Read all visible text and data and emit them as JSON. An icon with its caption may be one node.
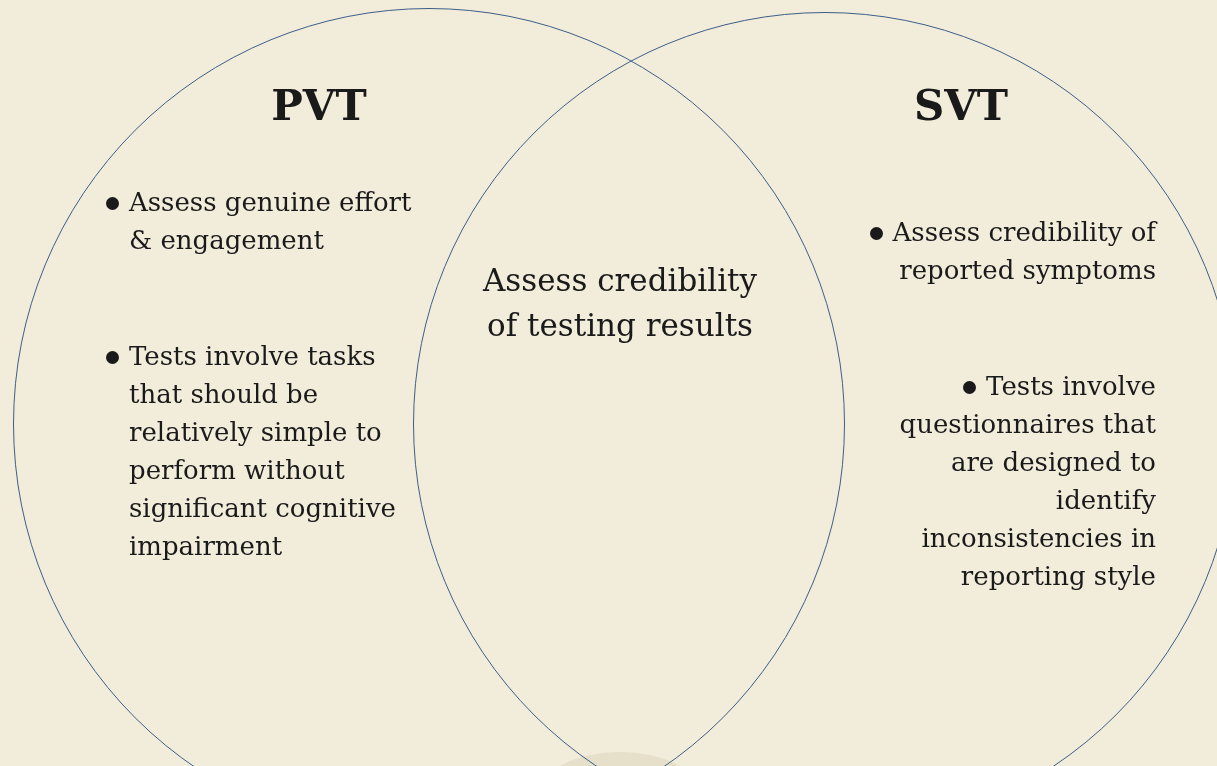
{
  "diagram": {
    "nodes": [
      {
        "text": [
          "PVT",
          "Assess genuine effort & engagement",
          "Tests involve tasks that should be relatively simple to perform without significant cognitive impairment"
        ]
      },
      {
        "text": [
          "SVT",
          "Assess credibility of reported symptoms",
          "Tests involve questionnaires that are designed to identify inconsistencies in reporting style"
        ]
      }
    ],
    "labels": [
      "Assess credibility of testing results"
    ]
  }
}
